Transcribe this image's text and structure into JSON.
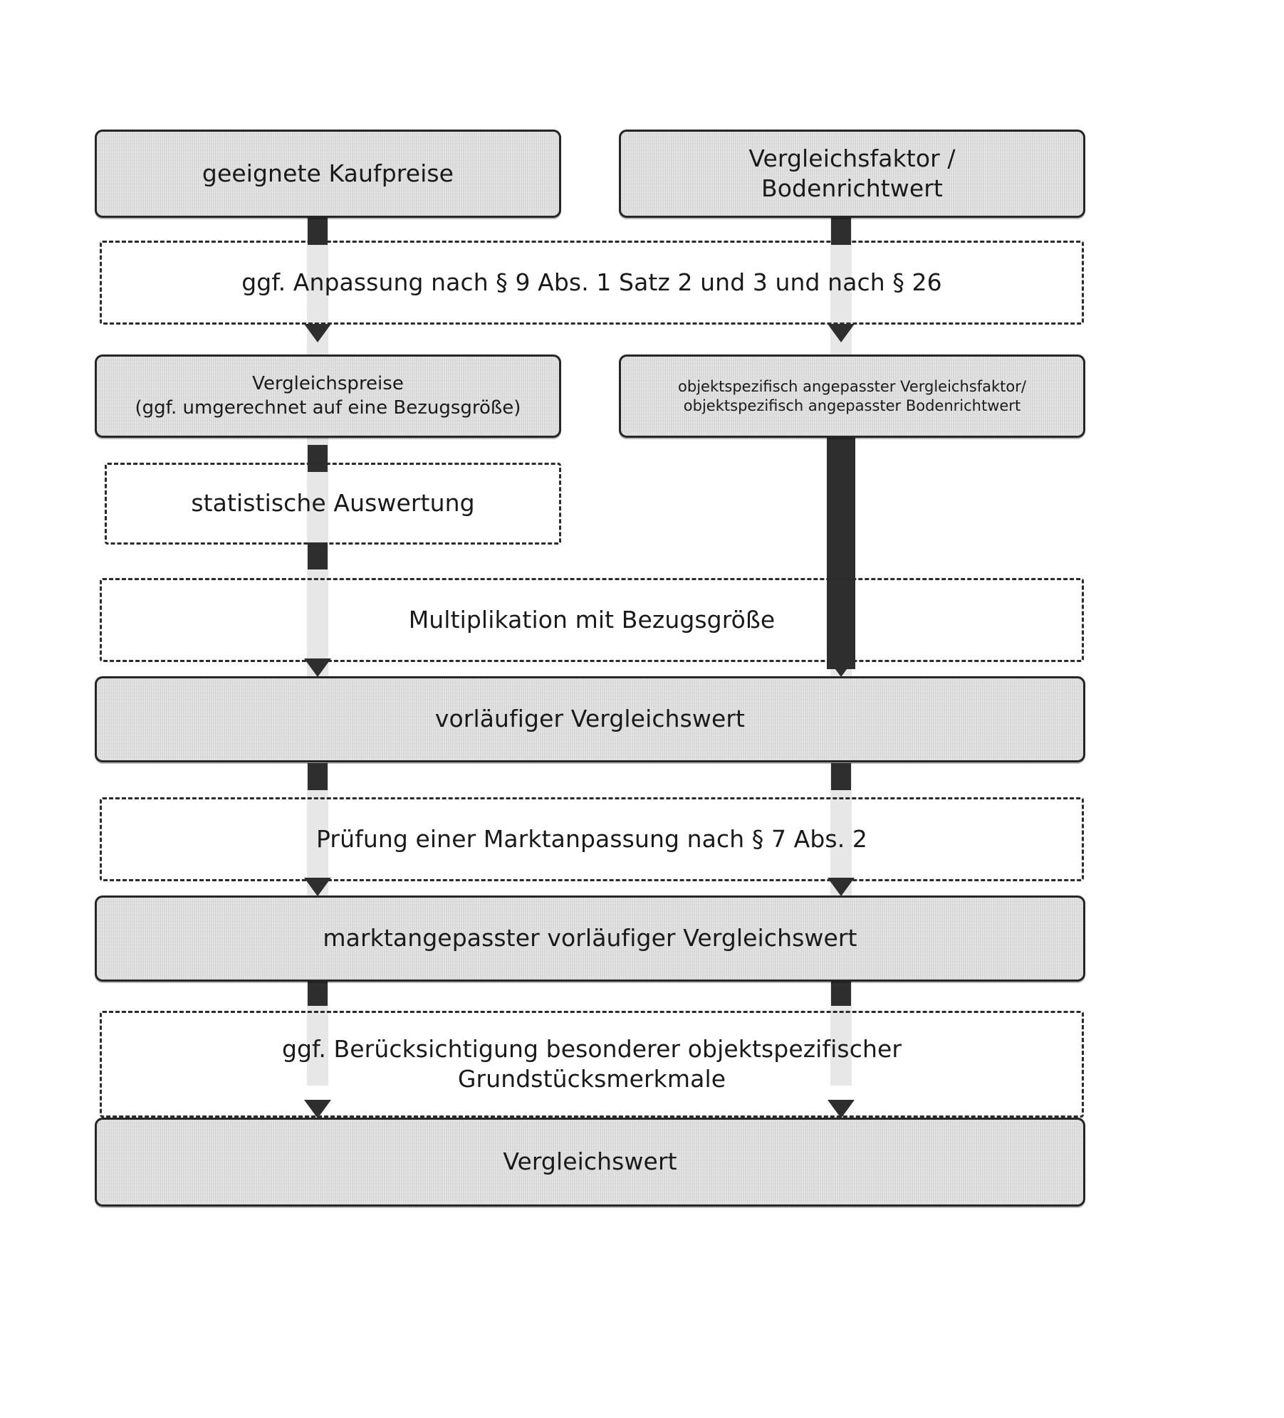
{
  "diagram": {
    "title": "Ablaufschema Vergleichswertverfahren",
    "colors": {
      "box_fill": "#d8d8d8",
      "box_border": "#252525",
      "dashed_border": "#2b2b2b",
      "connector_light": "#e7e7e7",
      "connector_dark": "#2e2e2e",
      "background": "#ffffff",
      "text": "#1a1a1a"
    },
    "nodes": [
      {
        "id": "geeignete-kaufpreise",
        "type": "solid",
        "lines": [
          "geeignete Kaufpreise"
        ]
      },
      {
        "id": "vergleichsfaktor-bodenrichtwert",
        "type": "solid",
        "lines": [
          "Vergleichsfaktor /",
          "Bodenrichtwert"
        ]
      },
      {
        "id": "ggf-anpassung",
        "type": "dashed",
        "lines": [
          "ggf. Anpassung nach § 9 Abs. 1 Satz 2 und 3 und nach § 26"
        ]
      },
      {
        "id": "vergleichspreise",
        "type": "solid",
        "lines": [
          "Vergleichspreise",
          "(ggf. umgerechnet auf eine  Bezugsgröße)"
        ]
      },
      {
        "id": "objektspezifisch-angepasst",
        "type": "solid",
        "lines": [
          "objektspezifisch angepasster Vergleichsfaktor/",
          "objektspezifisch angepasster Bodenrichtwert"
        ]
      },
      {
        "id": "statistische-auswertung",
        "type": "dashed",
        "lines": [
          "statistische Auswertung"
        ]
      },
      {
        "id": "multiplikation-bezugsgroesse",
        "type": "dashed",
        "lines": [
          "Multiplikation mit Bezugsgröße"
        ]
      },
      {
        "id": "vorlaeufiger-vergleichswert",
        "type": "solid",
        "lines": [
          "vorläufiger Vergleichswert"
        ]
      },
      {
        "id": "pruefung-marktanpassung",
        "type": "dashed",
        "lines": [
          "Prüfung einer Marktanpassung nach § 7 Abs. 2"
        ]
      },
      {
        "id": "marktangepasster-vorlaeufiger-vergleichswert",
        "type": "solid",
        "lines": [
          "marktangepasster vorläufiger Vergleichswert"
        ]
      },
      {
        "id": "ggf-beruecksichtigung",
        "type": "dashed",
        "lines": [
          "ggf. Berücksichtigung besonderer objektspezifischer",
          "Grundstücksmerkmale"
        ]
      },
      {
        "id": "vergleichswert",
        "type": "solid",
        "lines": [
          "Vergleichswert"
        ]
      }
    ]
  }
}
